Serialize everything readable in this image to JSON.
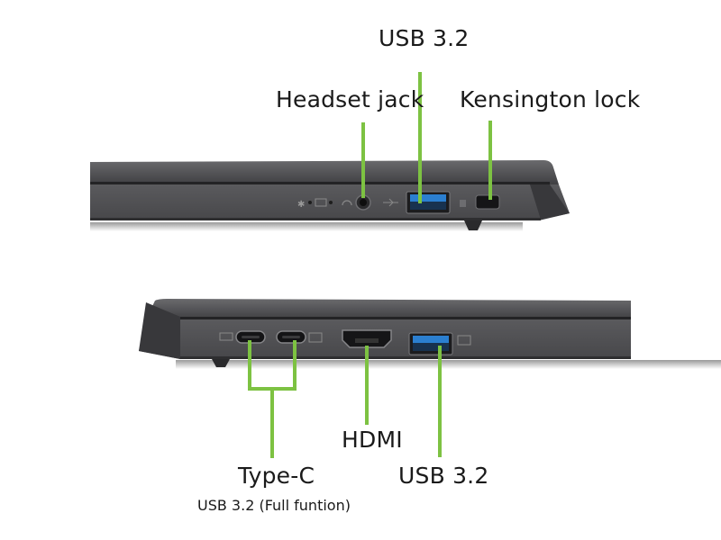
{
  "colors": {
    "accent_line": "#7dc242",
    "laptop_body": "#4a4a4d",
    "usb_blue": "#2b7fd0",
    "background": "#ffffff"
  },
  "top_view": {
    "labels": {
      "usb": "USB 3.2",
      "headset": "Headset jack",
      "kensington": "Kensington lock"
    },
    "icons": [
      "power-led-icon",
      "battery-led-icon",
      "headset-icon",
      "usb-icon",
      "lock-icon"
    ]
  },
  "bottom_view": {
    "labels": {
      "type_c": "Type-C",
      "type_c_sub": "USB 3.2 (Full funtion)",
      "hdmi": "HDMI",
      "usb": "USB 3.2"
    },
    "icons": [
      "dc-in-icon",
      "display-icon",
      "usb-ss-icon"
    ]
  }
}
